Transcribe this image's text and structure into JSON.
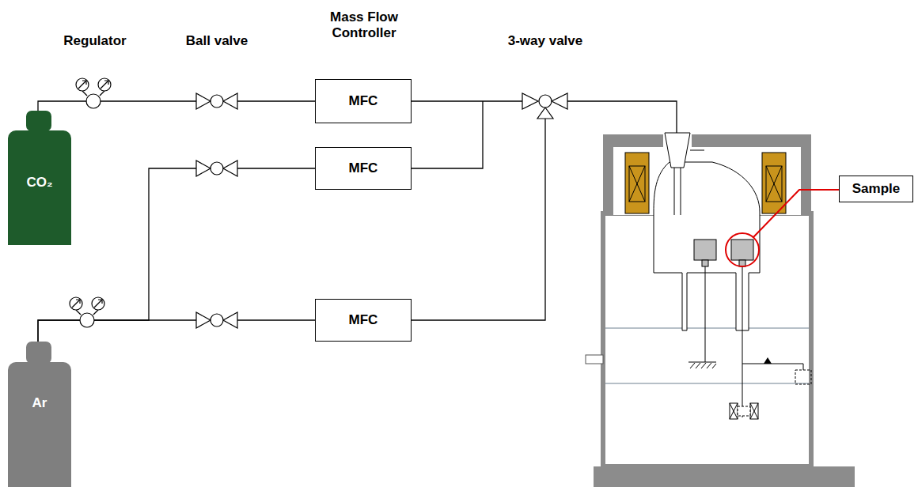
{
  "diagram": {
    "nodes": [
      {
        "text": [
          "CO₂"
        ]
      },
      {
        "text": [
          "MFC"
        ]
      },
      {
        "text": [
          "MFC"
        ]
      },
      {
        "text": [
          "MFC"
        ]
      },
      {
        "text": [
          "Sample"
        ]
      },
      {
        "text": [
          "Ar"
        ]
      }
    ],
    "edges": [
      {
        "from": 0,
        "to": 1,
        "arrow": "none"
      },
      {
        "from": 5,
        "to": 2,
        "arrow": "none"
      },
      {
        "from": 5,
        "to": 3,
        "arrow": "none"
      }
    ],
    "labels": [
      "Regulator",
      "Ball valve",
      "Mass Flow Controller",
      "3-way valve"
    ]
  }
}
